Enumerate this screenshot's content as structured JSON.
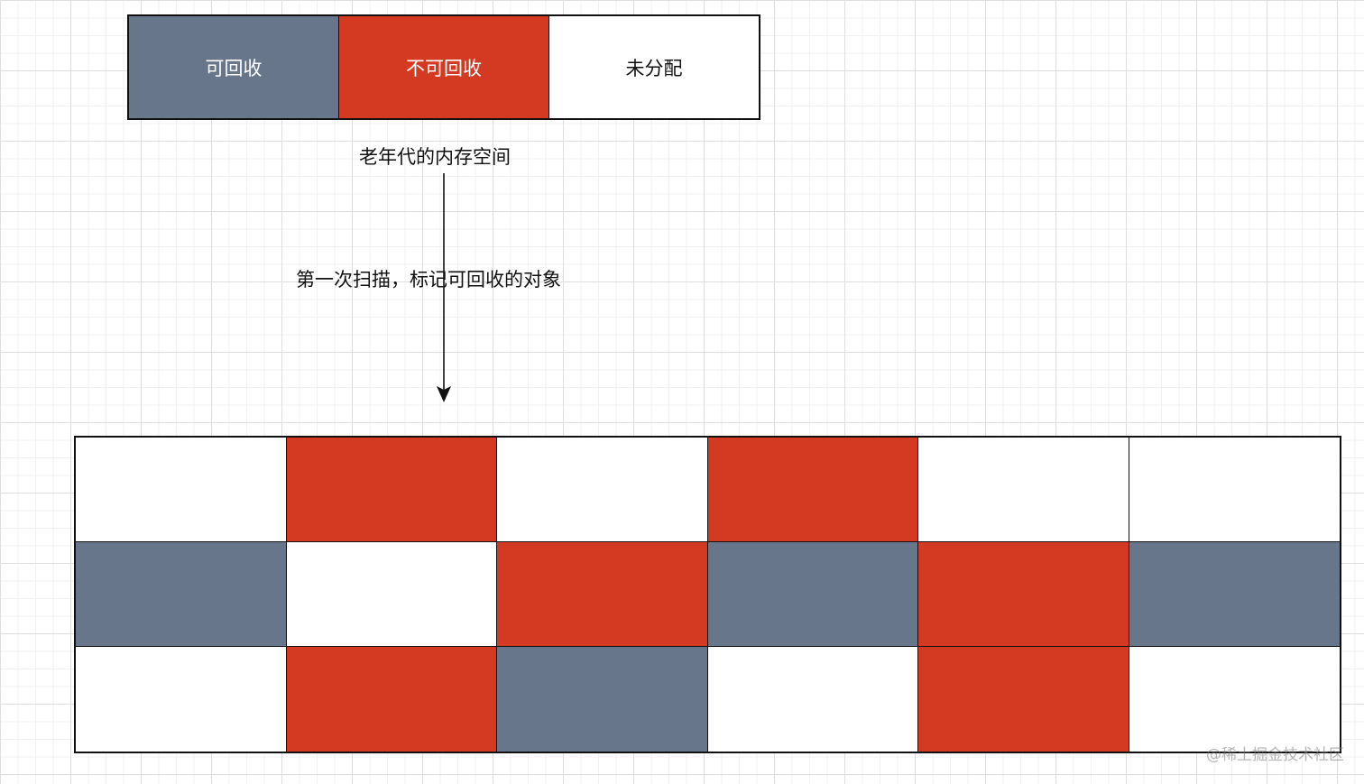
{
  "colors": {
    "recyclable": "#67768a",
    "non_recyclable": "#d33a21",
    "unallocated": "#ffffff",
    "recyclable_text": "#ffffff",
    "non_recyclable_text": "#ffffff",
    "unallocated_text": "#111111"
  },
  "legend": [
    {
      "key": "recyclable",
      "label": "可回收"
    },
    {
      "key": "non_recyclable",
      "label": "不可回收"
    },
    {
      "key": "unallocated",
      "label": "未分配"
    }
  ],
  "captions": {
    "memory_space": "老年代的内存空间",
    "scan_step": "第一次扫描，标记可回收的对象"
  },
  "memory_grid": {
    "rows": [
      [
        "unallocated",
        "non_recyclable",
        "unallocated",
        "non_recyclable",
        "unallocated",
        "unallocated"
      ],
      [
        "recyclable",
        "unallocated",
        "non_recyclable",
        "recyclable",
        "non_recyclable",
        "recyclable"
      ],
      [
        "unallocated",
        "non_recyclable",
        "recyclable",
        "unallocated",
        "non_recyclable",
        "unallocated"
      ]
    ]
  },
  "watermark": "@稀土掘金技术社区"
}
